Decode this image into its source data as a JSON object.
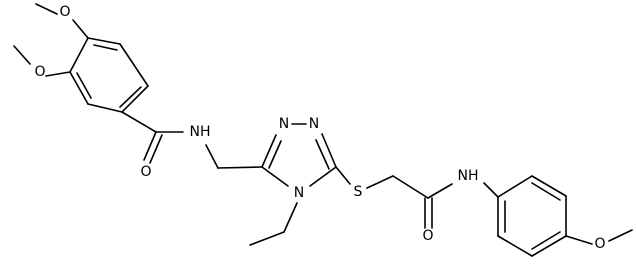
{
  "molecule": {
    "atom_labels": {
      "o_para_methoxy": "O",
      "o_meta_methoxy": "O",
      "o_amide_left": "O",
      "nh_amide_left": "NH",
      "n_triazole_1": "N",
      "n_triazole_2": "N",
      "n_triazole_4": "N",
      "s_thioether": "S",
      "nh_amide_right": "NH",
      "o_amide_right": "O",
      "o_anisole": "O"
    }
  },
  "colors": {
    "bond": "#000000",
    "label": "#000000",
    "background": "#ffffff"
  }
}
